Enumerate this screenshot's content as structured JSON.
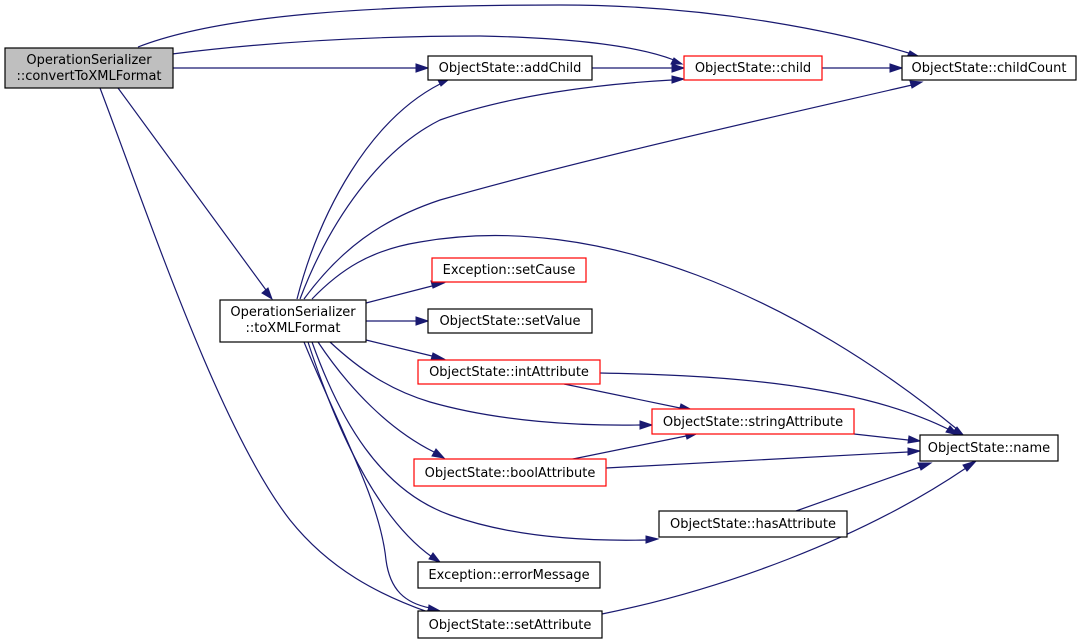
{
  "graph": {
    "colors": {
      "edge": "#191970",
      "border_default": "#000000",
      "border_truncated": "#ff0000",
      "fill_root": "#bfbfbf",
      "fill_default": "#ffffff"
    },
    "nodes": {
      "convertToXMLFormat": {
        "line1": "OperationSerializer",
        "line2": "::convertToXMLFormat",
        "style": "root"
      },
      "toXMLFormat": {
        "line1": "OperationSerializer",
        "line2": "::toXMLFormat",
        "style": "default"
      },
      "addChild": {
        "label": "ObjectState::addChild",
        "style": "default"
      },
      "child": {
        "label": "ObjectState::child",
        "style": "truncated"
      },
      "childCount": {
        "label": "ObjectState::childCount",
        "style": "default"
      },
      "setCause": {
        "label": "Exception::setCause",
        "style": "truncated"
      },
      "setValue": {
        "label": "ObjectState::setValue",
        "style": "default"
      },
      "intAttribute": {
        "label": "ObjectState::intAttribute",
        "style": "truncated"
      },
      "stringAttribute": {
        "label": "ObjectState::stringAttribute",
        "style": "truncated"
      },
      "boolAttribute": {
        "label": "ObjectState::boolAttribute",
        "style": "truncated"
      },
      "name": {
        "label": "ObjectState::name",
        "style": "default"
      },
      "hasAttribute": {
        "label": "ObjectState::hasAttribute",
        "style": "default"
      },
      "errorMessage": {
        "label": "Exception::errorMessage",
        "style": "default"
      },
      "setAttribute": {
        "label": "ObjectState::setAttribute",
        "style": "default"
      }
    }
  }
}
